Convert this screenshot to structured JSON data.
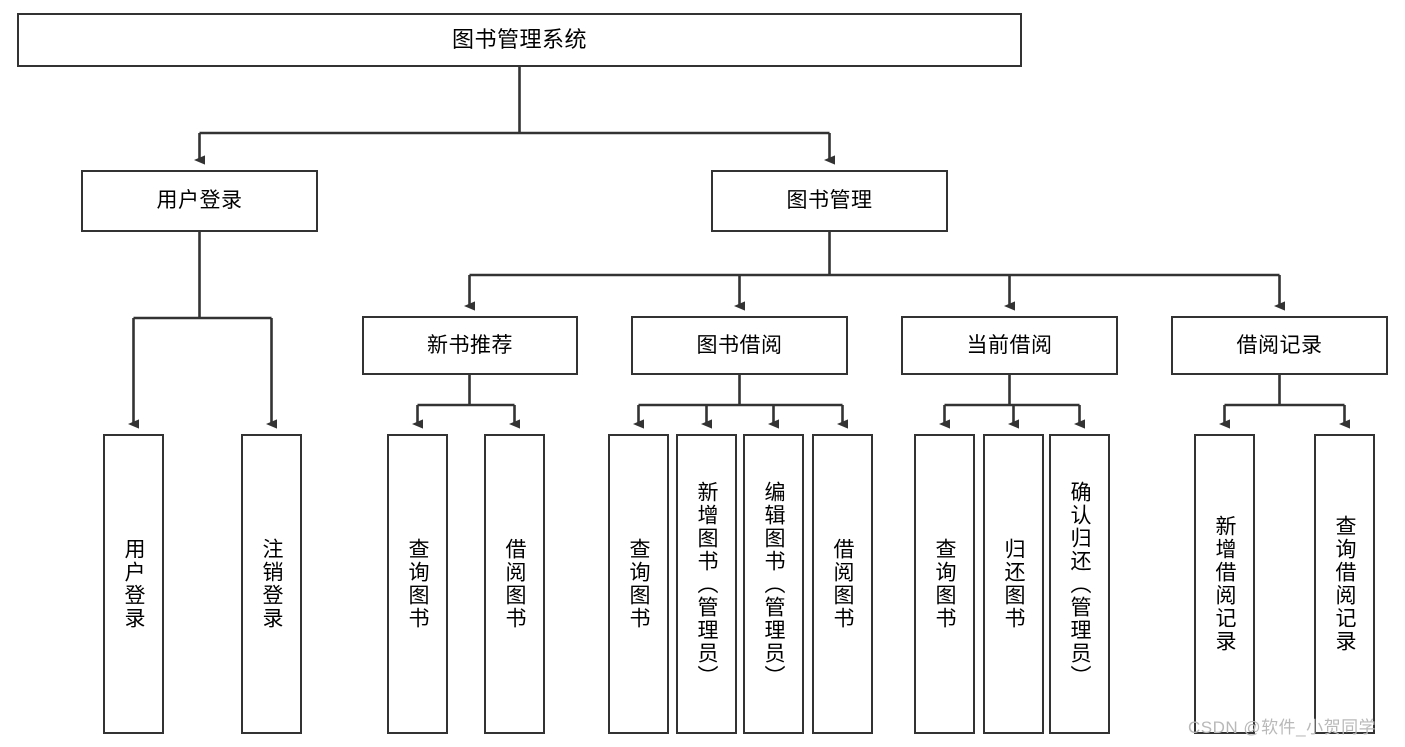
{
  "diagram": {
    "title": "图书管理系统",
    "type": "tree-hierarchy",
    "watermark": "CSDN @软件_小贺同学",
    "colors": {
      "box_border": "#333333",
      "box_fill": "#ffffff",
      "connector": "#333333",
      "text": "#000000",
      "watermark": "#b9b9b9"
    },
    "levels": [
      {
        "level": 1,
        "nodes": [
          {
            "id": "root",
            "label": "图书管理系统",
            "orientation": "horizontal"
          }
        ]
      },
      {
        "level": 2,
        "nodes": [
          {
            "id": "user-login",
            "label": "用户登录",
            "orientation": "horizontal",
            "parent": "root"
          },
          {
            "id": "book-manage",
            "label": "图书管理",
            "orientation": "horizontal",
            "parent": "root"
          }
        ]
      },
      {
        "level": 3,
        "nodes": [
          {
            "id": "new-book-rec",
            "label": "新书推荐",
            "orientation": "horizontal",
            "parent": "book-manage"
          },
          {
            "id": "book-borrow",
            "label": "图书借阅",
            "orientation": "horizontal",
            "parent": "book-manage"
          },
          {
            "id": "current-borrow",
            "label": "当前借阅",
            "orientation": "horizontal",
            "parent": "book-manage"
          },
          {
            "id": "borrow-record",
            "label": "借阅记录",
            "orientation": "horizontal",
            "parent": "book-manage"
          }
        ]
      },
      {
        "level": 4,
        "nodes": [
          {
            "id": "leaf-user-login",
            "label": "用户登录",
            "orientation": "vertical",
            "parent": "user-login"
          },
          {
            "id": "leaf-user-logout",
            "label": "注销登录",
            "orientation": "vertical",
            "parent": "user-login"
          },
          {
            "id": "leaf-rec-query",
            "label": "查询图书",
            "orientation": "vertical",
            "parent": "new-book-rec"
          },
          {
            "id": "leaf-rec-borrow",
            "label": "借阅图书",
            "orientation": "vertical",
            "parent": "new-book-rec"
          },
          {
            "id": "leaf-borrow-query",
            "label": "查询图书",
            "orientation": "vertical",
            "parent": "book-borrow"
          },
          {
            "id": "leaf-borrow-add",
            "label": "新增图书（管理员）",
            "orientation": "vertical",
            "parent": "book-borrow"
          },
          {
            "id": "leaf-borrow-edit",
            "label": "编辑图书（管理员）",
            "orientation": "vertical",
            "parent": "book-borrow"
          },
          {
            "id": "leaf-borrow-lend",
            "label": "借阅图书",
            "orientation": "vertical",
            "parent": "book-borrow"
          },
          {
            "id": "leaf-cur-query",
            "label": "查询图书",
            "orientation": "vertical",
            "parent": "current-borrow"
          },
          {
            "id": "leaf-cur-return",
            "label": "归还图书",
            "orientation": "vertical",
            "parent": "current-borrow"
          },
          {
            "id": "leaf-cur-confirm",
            "label": "确认归还（管理员）",
            "orientation": "vertical",
            "parent": "current-borrow"
          },
          {
            "id": "leaf-rec-add",
            "label": "新增借阅记录",
            "orientation": "vertical",
            "parent": "borrow-record"
          },
          {
            "id": "leaf-rec-search",
            "label": "查询借阅记录",
            "orientation": "vertical",
            "parent": "borrow-record"
          }
        ]
      }
    ]
  }
}
